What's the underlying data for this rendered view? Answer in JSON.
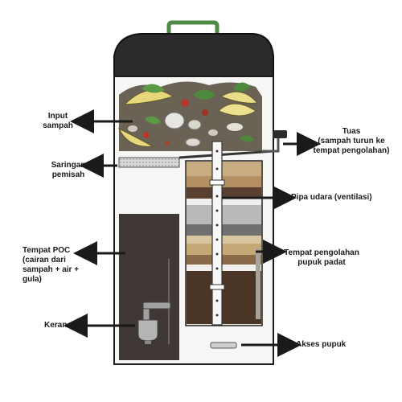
{
  "labels": {
    "input": [
      "Input",
      "sampah"
    ],
    "filter": [
      "Saringan",
      "pemisah"
    ],
    "poc": [
      "Tempat POC",
      "(cairan dari",
      "sampah + air +",
      "gula)"
    ],
    "tap": "Keran",
    "lever": [
      "Tuas",
      "(sampah turun ke",
      "tempat pengolahan)"
    ],
    "pipe": "Pipa udara (ventilasi)",
    "solid": [
      "Tempat pengolahan",
      "pupuk padat"
    ],
    "access": "Akses pupuk"
  },
  "colors": {
    "lid": "#2b2b2b",
    "handle": "#4f8a45",
    "liquid": "#3f3834",
    "outline": "#1a1a1a",
    "soil_dark": "#4a3526",
    "sand": "#c9ad82",
    "gravel": "#a9a9a9"
  },
  "icons": {
    "arrow": "arrow-icon",
    "tap": "tap-icon",
    "lever": "lever-icon"
  }
}
